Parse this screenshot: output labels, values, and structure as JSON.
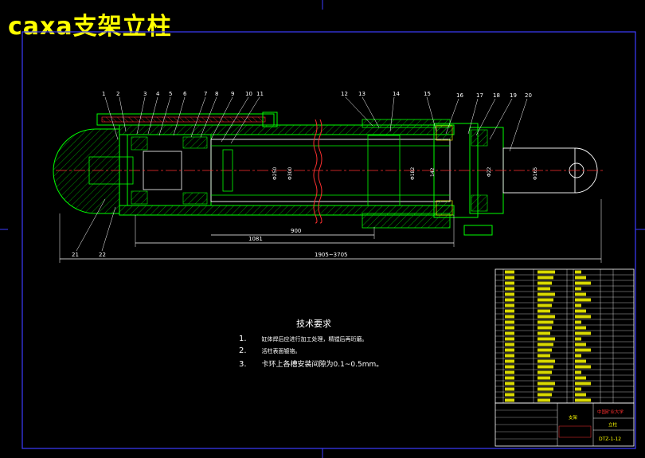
{
  "title": "caxa支架立柱",
  "part_labels": [
    "1",
    "2",
    "3",
    "4",
    "5",
    "6",
    "7",
    "8",
    "9",
    "10",
    "11",
    "12",
    "13",
    "14",
    "15",
    "16",
    "17",
    "18",
    "19",
    "20",
    "21",
    "22"
  ],
  "dimensions": {
    "total_length": "1905~3705",
    "length_1081": "1081",
    "length_900": "900",
    "dia_250": "Φ250",
    "dia_300": "Φ300",
    "dia_182": "Φ182",
    "dia_142": "142",
    "dia_22": "Φ22",
    "dia_rod": "Φ165"
  },
  "tech_requirements": {
    "title": "技术要求",
    "items": [
      {
        "num": "1.",
        "text": "缸体焊后应进行加工处理，精镗后再珩磨。"
      },
      {
        "num": "2.",
        "text": "活柱表面镀铬。"
      },
      {
        "num": "3.",
        "text": "卡环上各槽安装间隙为0.1~0.5mm。"
      }
    ]
  },
  "title_block": {
    "school": "中国矿业大学",
    "drawing_no": "DTZ-1-12",
    "designer": "支架",
    "material": "立柱"
  }
}
